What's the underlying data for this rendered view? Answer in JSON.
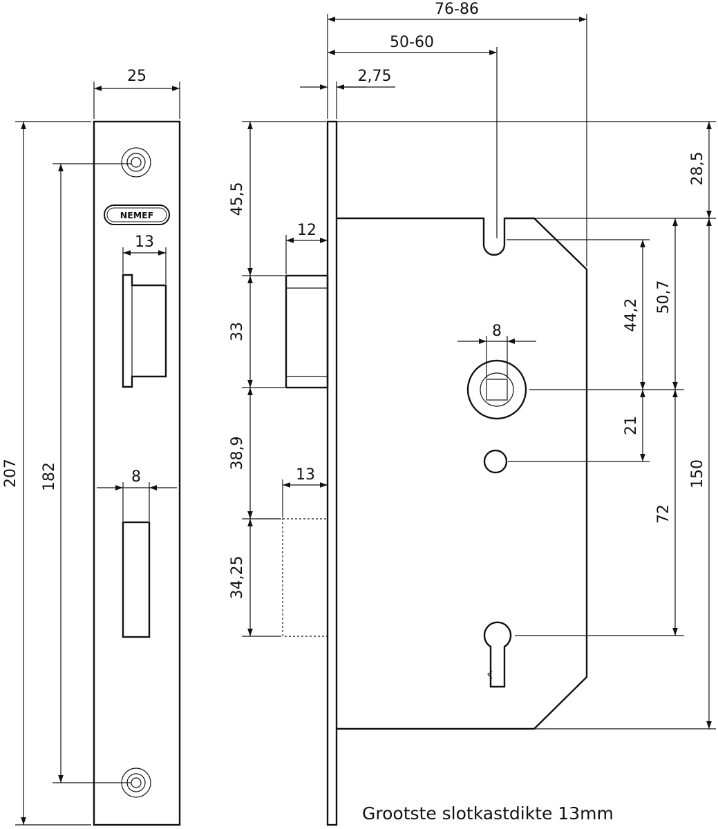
{
  "faceplate": {
    "logo": "NEMEF",
    "width_label": "25",
    "height_label": "207",
    "screw_spacing_label": "182",
    "latch_opening_label": "13",
    "bolt_opening_label": "8"
  },
  "side_view": {
    "backset_range_label": "76-86",
    "backset_label": "50-60",
    "plate_thickness_label": "2,75",
    "top_to_latch_label": "45,5",
    "latch_depth_label": "12",
    "latch_height_label": "33",
    "latch_to_bolt_label": "38,9",
    "bolt_depth_label": "13",
    "bolt_height_label": "34,25",
    "top_to_case_label": "28,5",
    "notch_to_spindle_label": "44,2",
    "case_top_to_spindle_label": "50,7",
    "spindle_size_label": "8",
    "spindle_to_hole_label": "21",
    "spindle_to_keyhole_label": "72",
    "case_height_label": "150"
  },
  "caption": "Grootste slotkastdikte 13mm"
}
